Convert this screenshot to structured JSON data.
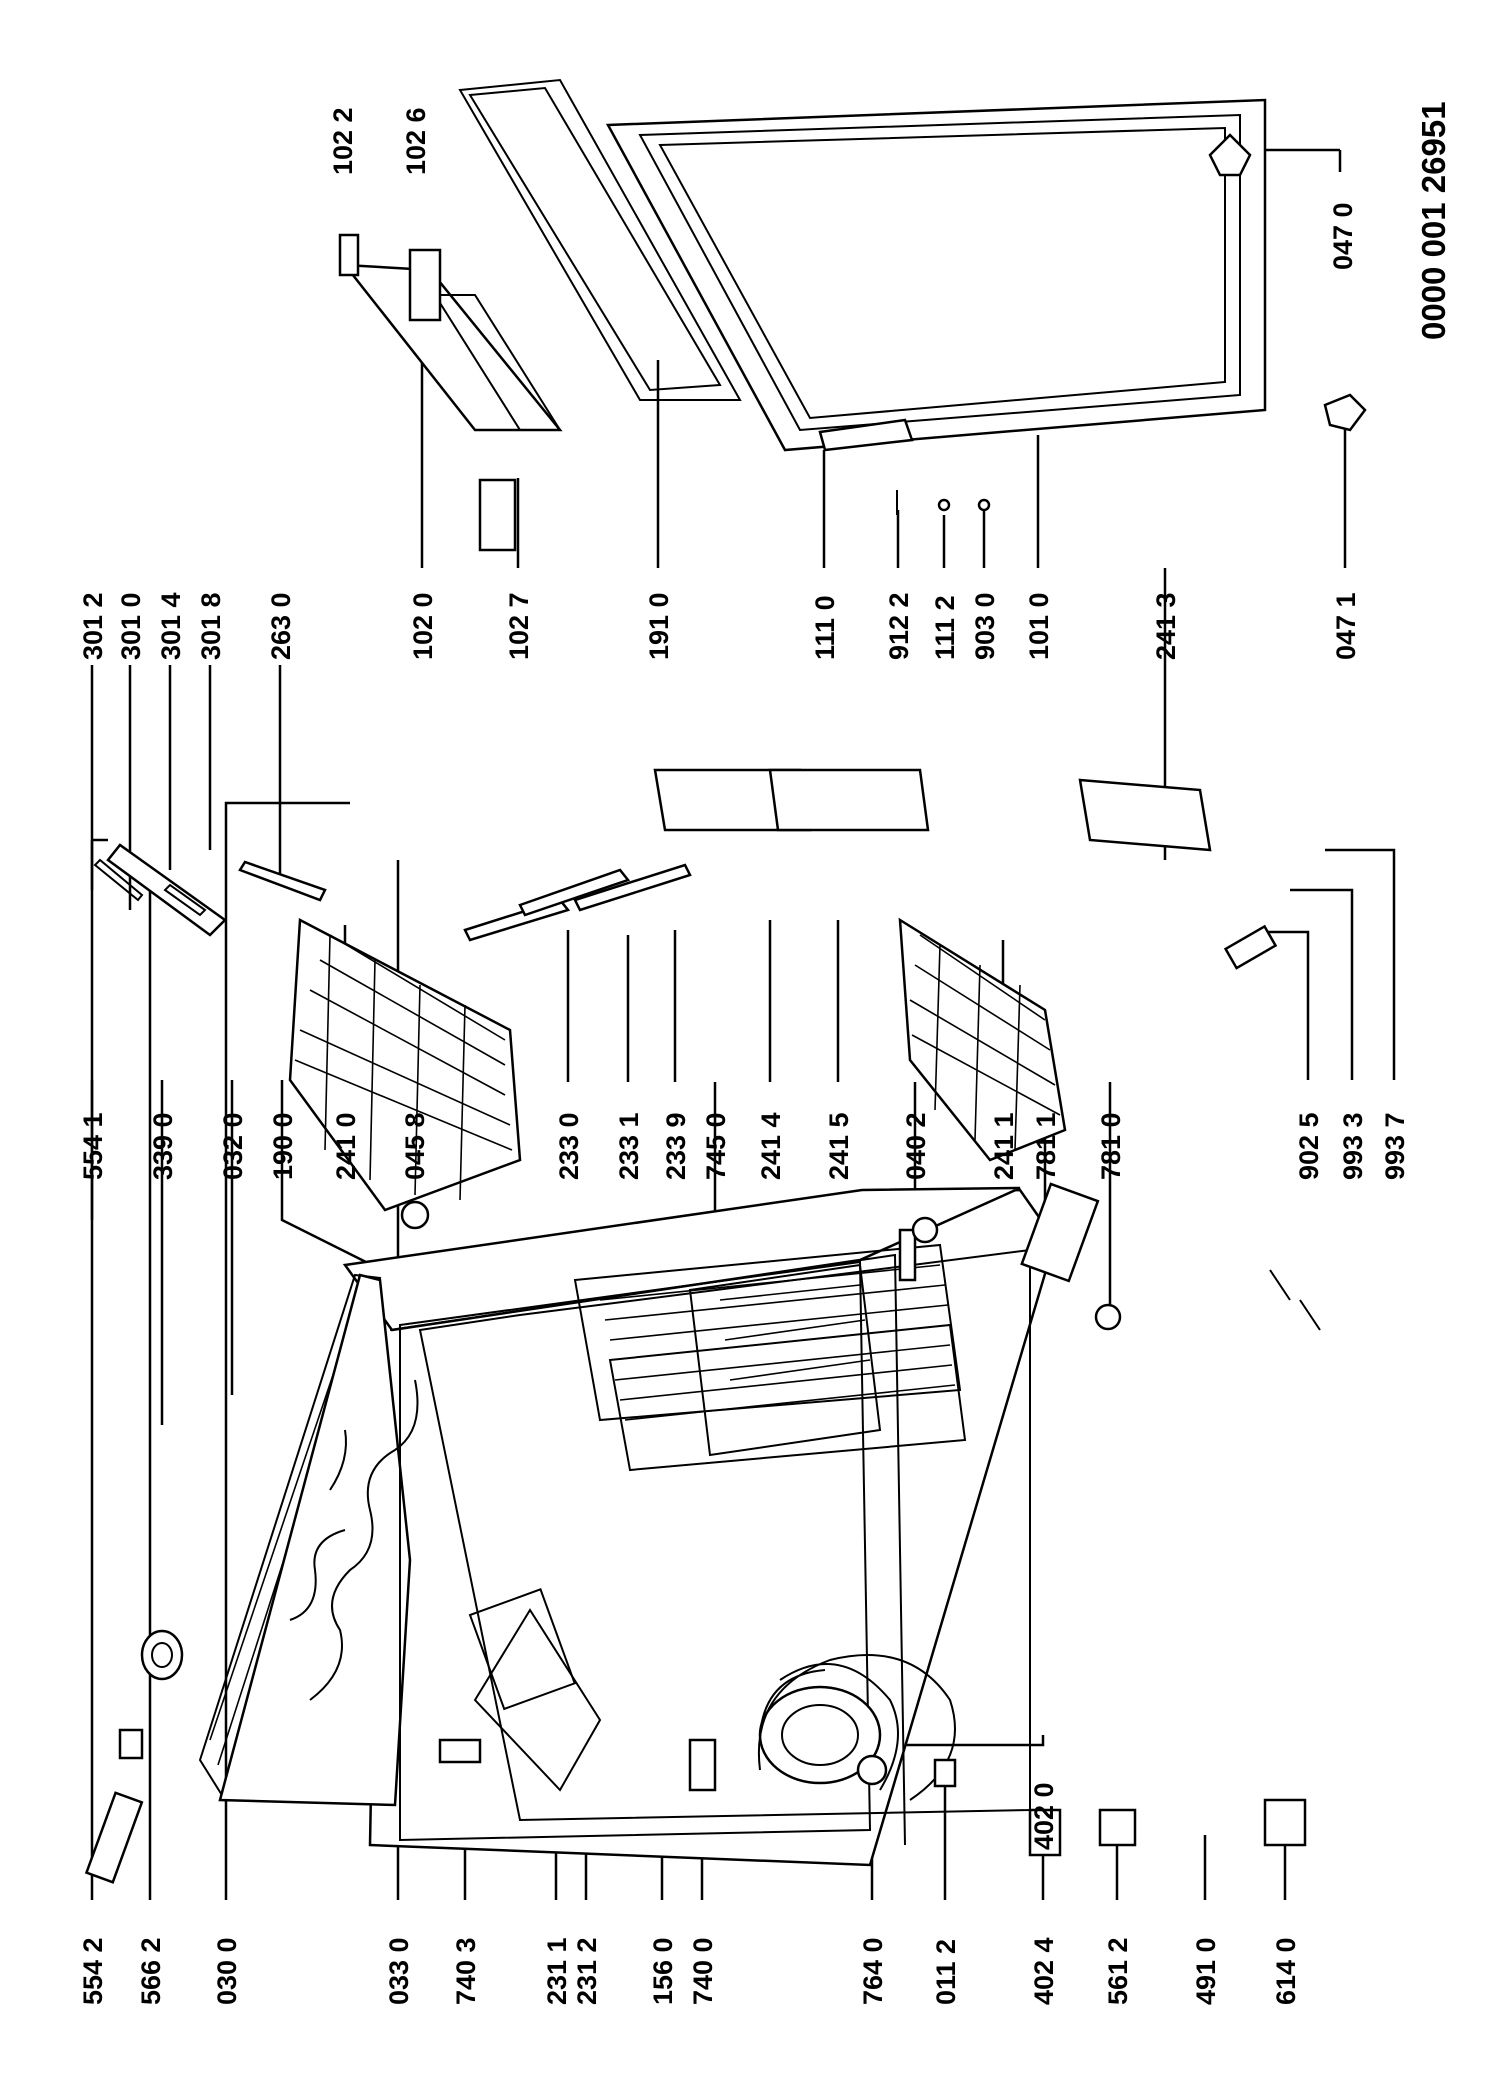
{
  "document_number": "0000 001 26951",
  "callouts": {
    "c5542": "554 2",
    "c5662": "566 2",
    "c0300": "030 0",
    "c0330": "033 0",
    "c7403": "740 3",
    "c2311": "231 1",
    "c2312": "231 2",
    "c1560": "156 0",
    "c7400": "740 0",
    "c7640": "764 0",
    "c0112": "011 2",
    "c4024": "402 4",
    "c5612": "561 2",
    "c4910": "491 0",
    "c6140": "614 0",
    "c5541": "554 1",
    "c3390": "339 0",
    "c0320": "032 0",
    "c1900": "190 0",
    "c2410": "241 0",
    "c0458": "045 8",
    "c2330": "233 0",
    "c2331": "233 1",
    "c2339": "233 9",
    "c7450": "745 0",
    "c2414": "241 4",
    "c2415": "241 5",
    "c0402": "040 2",
    "c2411": "241 1",
    "c7811": "781 1",
    "c7810": "781 0",
    "c4020": "402 0",
    "c3012": "301 2",
    "c3010": "301 0",
    "c3014": "301 4",
    "c3018": "301 8",
    "c2630": "263 0",
    "c1020": "102 0",
    "c1027": "102 7",
    "c1910": "191 0",
    "c1110": "111 0",
    "c9122": "912 2",
    "c1112": "111 2",
    "c9030": "903 0",
    "c1010": "101 0",
    "c2413": "241 3",
    "c0471": "047 1",
    "c9025": "902 5",
    "c9933": "993 3",
    "c9937": "993 7",
    "c1022": "102 2",
    "c1026": "102 6",
    "c0470": "047 0"
  }
}
